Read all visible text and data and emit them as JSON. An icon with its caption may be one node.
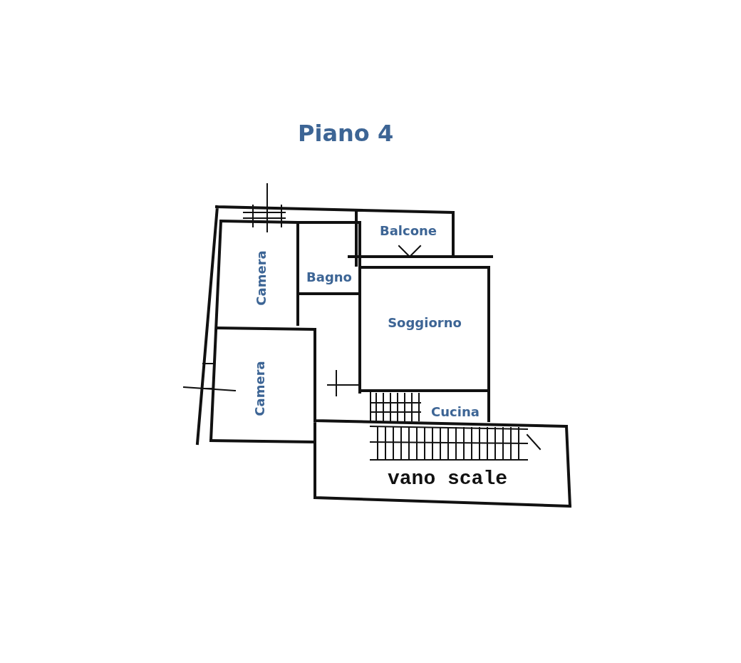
{
  "diagram": {
    "title": "Piano 4",
    "labels": [
      "Balcone",
      "Camera",
      "Bagno",
      "Soggiorno",
      "Camera",
      "Cucina",
      "vano scale"
    ]
  }
}
